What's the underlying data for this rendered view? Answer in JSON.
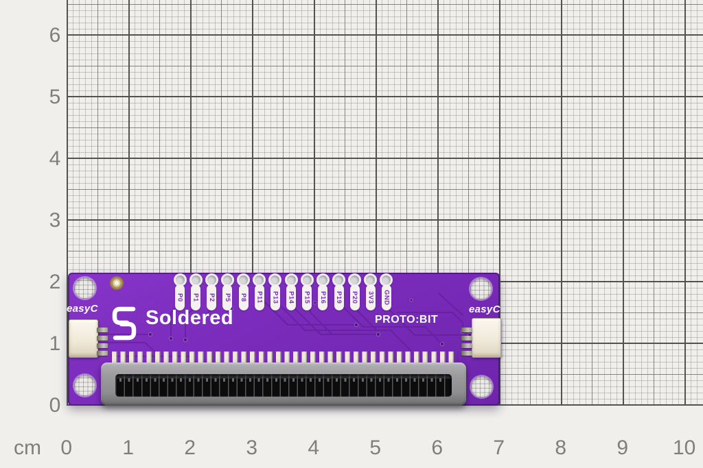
{
  "ruler": {
    "unit_label": "cm",
    "bottom_numbers": [
      "0",
      "1",
      "2",
      "3",
      "4",
      "5",
      "6",
      "7",
      "8",
      "9",
      "10"
    ],
    "left_numbers": [
      "6",
      "5",
      "4",
      "3",
      "2",
      "1",
      "0"
    ]
  },
  "board": {
    "brand_text": "Soldered",
    "product_label": "PROTO:BIT",
    "easyc_left_label": "easyC",
    "easyc_right_label": "easyC",
    "pin_labels": [
      "P0",
      "P1",
      "P2",
      "P5",
      "P8",
      "P11",
      "P13",
      "P14",
      "P15",
      "P16",
      "P19",
      "P20",
      "3V3",
      "GND"
    ]
  },
  "colors": {
    "pcb_purple": "#7b2cba",
    "silkscreen_white": "#ffffff",
    "paper": "#f0efec",
    "grid_major": "#525252",
    "connector_gray": "#9c9c9e",
    "edge_connector_slot": "#151515",
    "fiducial_gold": "#b2955a"
  },
  "icons": {
    "soldered_logo_icon": "interlocked-s-mark",
    "mounting_hole_icon": "drilled-hole",
    "fiducial_icon": "gold-ring-testpoint"
  }
}
